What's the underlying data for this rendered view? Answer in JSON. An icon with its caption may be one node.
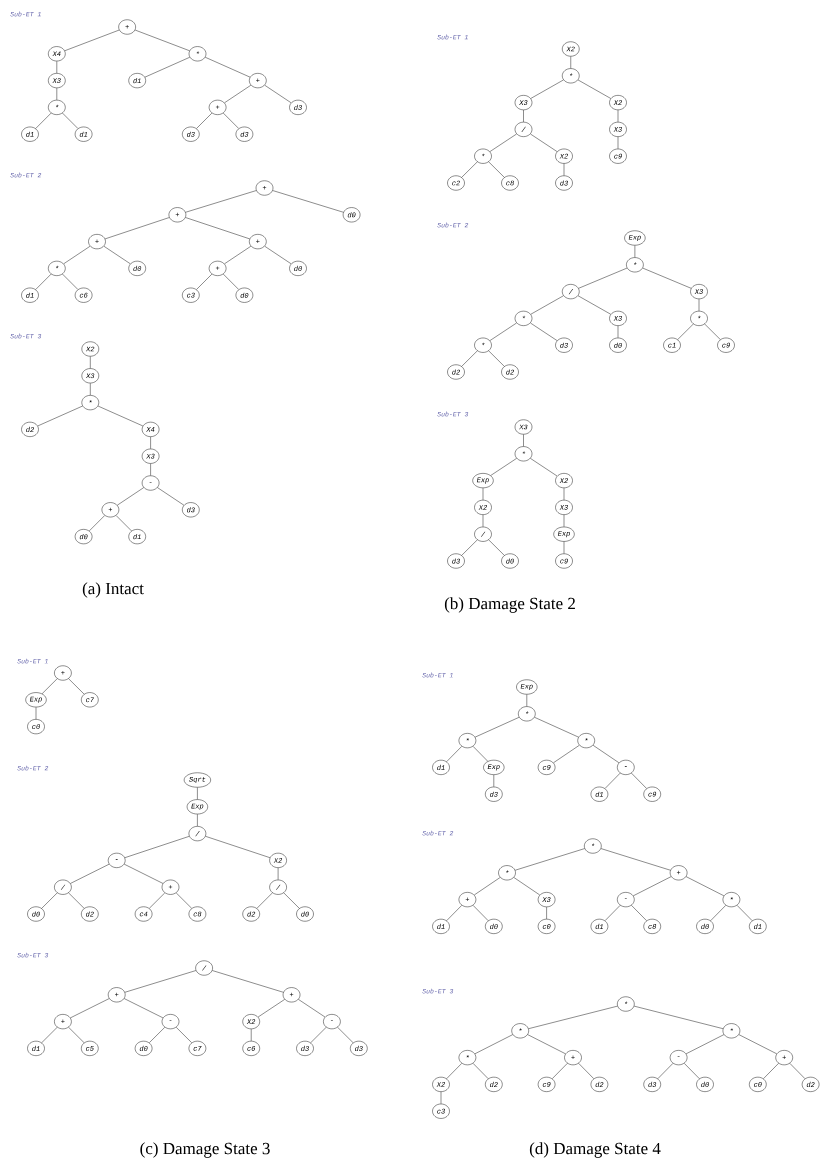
{
  "diagram": {
    "nodes": [
      {
        "text": [
          "+"
        ]
      },
      {
        "text": [
          "X4"
        ]
      },
      {
        "text": [
          "X3"
        ]
      },
      {
        "text": [
          "*"
        ]
      },
      {
        "text": [
          "d1"
        ]
      },
      {
        "text": [
          "d1"
        ]
      },
      {
        "text": [
          "*"
        ]
      },
      {
        "text": [
          "d1"
        ]
      },
      {
        "text": [
          "+"
        ]
      },
      {
        "text": [
          "+"
        ]
      },
      {
        "text": [
          "d3"
        ]
      },
      {
        "text": [
          "d3"
        ]
      },
      {
        "text": [
          "d3"
        ]
      },
      {
        "text": [
          "+"
        ]
      },
      {
        "text": [
          "+"
        ]
      },
      {
        "text": [
          "+"
        ]
      },
      {
        "text": [
          "*"
        ]
      },
      {
        "text": [
          "d1"
        ]
      },
      {
        "text": [
          "c6"
        ]
      },
      {
        "text": [
          "d0"
        ]
      },
      {
        "text": [
          "+"
        ]
      },
      {
        "text": [
          "+"
        ]
      },
      {
        "text": [
          "c3"
        ]
      },
      {
        "text": [
          "d0"
        ]
      },
      {
        "text": [
          "d0"
        ]
      },
      {
        "text": [
          "d0"
        ]
      },
      {
        "text": [
          "X2"
        ]
      },
      {
        "text": [
          "X3"
        ]
      },
      {
        "text": [
          "*"
        ]
      },
      {
        "text": [
          "d2"
        ]
      },
      {
        "text": [
          "X4"
        ]
      },
      {
        "text": [
          "X3"
        ]
      },
      {
        "text": [
          "-"
        ]
      },
      {
        "text": [
          "+"
        ]
      },
      {
        "text": [
          "d0"
        ]
      },
      {
        "text": [
          "d1"
        ]
      },
      {
        "text": [
          "d3"
        ]
      },
      {
        "text": [
          "X2"
        ]
      },
      {
        "text": [
          "*"
        ]
      },
      {
        "text": [
          "X3"
        ]
      },
      {
        "text": [
          "/"
        ]
      },
      {
        "text": [
          "*"
        ]
      },
      {
        "text": [
          "c2"
        ]
      },
      {
        "text": [
          "c8"
        ]
      },
      {
        "text": [
          "X2"
        ]
      },
      {
        "text": [
          "d3"
        ]
      },
      {
        "text": [
          "X2"
        ]
      },
      {
        "text": [
          "X3"
        ]
      },
      {
        "text": [
          "c9"
        ]
      },
      {
        "text": [
          "Exp"
        ]
      },
      {
        "text": [
          "*"
        ]
      },
      {
        "text": [
          "/"
        ]
      },
      {
        "text": [
          "*"
        ]
      },
      {
        "text": [
          "*"
        ]
      },
      {
        "text": [
          "d2"
        ]
      },
      {
        "text": [
          "d2"
        ]
      },
      {
        "text": [
          "d3"
        ]
      },
      {
        "text": [
          "X3"
        ]
      },
      {
        "text": [
          "d0"
        ]
      },
      {
        "text": [
          "X3"
        ]
      },
      {
        "text": [
          "*"
        ]
      },
      {
        "text": [
          "c1"
        ]
      },
      {
        "text": [
          "c9"
        ]
      },
      {
        "text": [
          "X3"
        ]
      },
      {
        "text": [
          "*"
        ]
      },
      {
        "text": [
          "Exp"
        ]
      },
      {
        "text": [
          "X2"
        ]
      },
      {
        "text": [
          "/"
        ]
      },
      {
        "text": [
          "d3"
        ]
      },
      {
        "text": [
          "d0"
        ]
      },
      {
        "text": [
          "X2"
        ]
      },
      {
        "text": [
          "X3"
        ]
      },
      {
        "text": [
          "Exp"
        ]
      },
      {
        "text": [
          "c9"
        ]
      },
      {
        "text": [
          "+"
        ]
      },
      {
        "text": [
          "Exp"
        ]
      },
      {
        "text": [
          "c0"
        ]
      },
      {
        "text": [
          "c7"
        ]
      },
      {
        "text": [
          "Sqrt"
        ]
      },
      {
        "text": [
          "Exp"
        ]
      },
      {
        "text": [
          "/"
        ]
      },
      {
        "text": [
          "-"
        ]
      },
      {
        "text": [
          "/"
        ]
      },
      {
        "text": [
          "d0"
        ]
      },
      {
        "text": [
          "d2"
        ]
      },
      {
        "text": [
          "+"
        ]
      },
      {
        "text": [
          "c4"
        ]
      },
      {
        "text": [
          "c8"
        ]
      },
      {
        "text": [
          "X2"
        ]
      },
      {
        "text": [
          "/"
        ]
      },
      {
        "text": [
          "d2"
        ]
      },
      {
        "text": [
          "d0"
        ]
      },
      {
        "text": [
          "/"
        ]
      },
      {
        "text": [
          "+"
        ]
      },
      {
        "text": [
          "+"
        ]
      },
      {
        "text": [
          "d1"
        ]
      },
      {
        "text": [
          "c5"
        ]
      },
      {
        "text": [
          "-"
        ]
      },
      {
        "text": [
          "d0"
        ]
      },
      {
        "text": [
          "c7"
        ]
      },
      {
        "text": [
          "+"
        ]
      },
      {
        "text": [
          "X2"
        ]
      },
      {
        "text": [
          "c6"
        ]
      },
      {
        "text": [
          "-"
        ]
      },
      {
        "text": [
          "d3"
        ]
      },
      {
        "text": [
          "d3"
        ]
      },
      {
        "text": [
          "Exp"
        ]
      },
      {
        "text": [
          "*"
        ]
      },
      {
        "text": [
          "*"
        ]
      },
      {
        "text": [
          "d1"
        ]
      },
      {
        "text": [
          "Exp"
        ]
      },
      {
        "text": [
          "d3"
        ]
      },
      {
        "text": [
          "*"
        ]
      },
      {
        "text": [
          "c9"
        ]
      },
      {
        "text": [
          "-"
        ]
      },
      {
        "text": [
          "d1"
        ]
      },
      {
        "text": [
          "c9"
        ]
      },
      {
        "text": [
          "*"
        ]
      },
      {
        "text": [
          "*"
        ]
      },
      {
        "text": [
          "+"
        ]
      },
      {
        "text": [
          "d1"
        ]
      },
      {
        "text": [
          "d0"
        ]
      },
      {
        "text": [
          "X3"
        ]
      },
      {
        "text": [
          "c0"
        ]
      },
      {
        "text": [
          "+"
        ]
      },
      {
        "text": [
          "-"
        ]
      },
      {
        "text": [
          "d1"
        ]
      },
      {
        "text": [
          "c8"
        ]
      },
      {
        "text": [
          "*"
        ]
      },
      {
        "text": [
          "d0"
        ]
      },
      {
        "text": [
          "d1"
        ]
      },
      {
        "text": [
          "*"
        ]
      },
      {
        "text": [
          "*"
        ]
      },
      {
        "text": [
          "*"
        ]
      },
      {
        "text": [
          "X2"
        ]
      },
      {
        "text": [
          "c3"
        ]
      },
      {
        "text": [
          "d2"
        ]
      },
      {
        "text": [
          "+"
        ]
      },
      {
        "text": [
          "c9"
        ]
      },
      {
        "text": [
          "d2"
        ]
      },
      {
        "text": [
          "*"
        ]
      },
      {
        "text": [
          "-"
        ]
      },
      {
        "text": [
          "d3"
        ]
      },
      {
        "text": [
          "d0"
        ]
      },
      {
        "text": [
          "+"
        ]
      },
      {
        "text": [
          "c0"
        ]
      },
      {
        "text": [
          "d2"
        ]
      }
    ],
    "edges": [
      {
        "from": 0,
        "to": 1,
        "arrow": "none"
      },
      {
        "from": 1,
        "to": 2,
        "arrow": "none"
      },
      {
        "from": 2,
        "to": 3,
        "arrow": "none"
      },
      {
        "from": 3,
        "to": 4,
        "arrow": "none"
      },
      {
        "from": 3,
        "to": 5,
        "arrow": "none"
      },
      {
        "from": 0,
        "to": 6,
        "arrow": "none"
      },
      {
        "from": 6,
        "to": 7,
        "arrow": "none"
      },
      {
        "from": 6,
        "to": 8,
        "arrow": "none"
      },
      {
        "from": 8,
        "to": 9,
        "arrow": "none"
      },
      {
        "from": 9,
        "to": 10,
        "arrow": "none"
      },
      {
        "from": 9,
        "to": 11,
        "arrow": "none"
      },
      {
        "from": 8,
        "to": 12,
        "arrow": "none"
      },
      {
        "from": 13,
        "to": 14,
        "arrow": "none"
      },
      {
        "from": 14,
        "to": 15,
        "arrow": "none"
      },
      {
        "from": 15,
        "to": 16,
        "arrow": "none"
      },
      {
        "from": 16,
        "to": 17,
        "arrow": "none"
      },
      {
        "from": 16,
        "to": 18,
        "arrow": "none"
      },
      {
        "from": 15,
        "to": 19,
        "arrow": "none"
      },
      {
        "from": 14,
        "to": 20,
        "arrow": "none"
      },
      {
        "from": 20,
        "to": 21,
        "arrow": "none"
      },
      {
        "from": 21,
        "to": 22,
        "arrow": "none"
      },
      {
        "from": 21,
        "to": 23,
        "arrow": "none"
      },
      {
        "from": 20,
        "to": 24,
        "arrow": "none"
      },
      {
        "from": 13,
        "to": 25,
        "arrow": "none"
      },
      {
        "from": 26,
        "to": 27,
        "arrow": "none"
      },
      {
        "from": 27,
        "to": 28,
        "arrow": "none"
      },
      {
        "from": 28,
        "to": 29,
        "arrow": "none"
      },
      {
        "from": 28,
        "to": 30,
        "arrow": "none"
      },
      {
        "from": 30,
        "to": 31,
        "arrow": "none"
      },
      {
        "from": 31,
        "to": 32,
        "arrow": "none"
      },
      {
        "from": 32,
        "to": 33,
        "arrow": "none"
      },
      {
        "from": 33,
        "to": 34,
        "arrow": "none"
      },
      {
        "from": 33,
        "to": 35,
        "arrow": "none"
      },
      {
        "from": 32,
        "to": 36,
        "arrow": "none"
      },
      {
        "from": 37,
        "to": 38,
        "arrow": "none"
      },
      {
        "from": 38,
        "to": 39,
        "arrow": "none"
      },
      {
        "from": 39,
        "to": 40,
        "arrow": "none"
      },
      {
        "from": 40,
        "to": 41,
        "arrow": "none"
      },
      {
        "from": 41,
        "to": 42,
        "arrow": "none"
      },
      {
        "from": 41,
        "to": 43,
        "arrow": "none"
      },
      {
        "from": 40,
        "to": 44,
        "arrow": "none"
      },
      {
        "from": 44,
        "to": 45,
        "arrow": "none"
      },
      {
        "from": 38,
        "to": 46,
        "arrow": "none"
      },
      {
        "from": 46,
        "to": 47,
        "arrow": "none"
      },
      {
        "from": 47,
        "to": 48,
        "arrow": "none"
      },
      {
        "from": 49,
        "to": 50,
        "arrow": "none"
      },
      {
        "from": 50,
        "to": 51,
        "arrow": "none"
      },
      {
        "from": 51,
        "to": 52,
        "arrow": "none"
      },
      {
        "from": 52,
        "to": 53,
        "arrow": "none"
      },
      {
        "from": 53,
        "to": 54,
        "arrow": "none"
      },
      {
        "from": 53,
        "to": 55,
        "arrow": "none"
      },
      {
        "from": 52,
        "to": 56,
        "arrow": "none"
      },
      {
        "from": 51,
        "to": 57,
        "arrow": "none"
      },
      {
        "from": 57,
        "to": 58,
        "arrow": "none"
      },
      {
        "from": 50,
        "to": 59,
        "arrow": "none"
      },
      {
        "from": 59,
        "to": 60,
        "arrow": "none"
      },
      {
        "from": 60,
        "to": 61,
        "arrow": "none"
      },
      {
        "from": 60,
        "to": 62,
        "arrow": "none"
      },
      {
        "from": 63,
        "to": 64,
        "arrow": "none"
      },
      {
        "from": 64,
        "to": 65,
        "arrow": "none"
      },
      {
        "from": 65,
        "to": 66,
        "arrow": "none"
      },
      {
        "from": 66,
        "to": 67,
        "arrow": "none"
      },
      {
        "from": 67,
        "to": 68,
        "arrow": "none"
      },
      {
        "from": 67,
        "to": 69,
        "arrow": "none"
      },
      {
        "from": 64,
        "to": 70,
        "arrow": "none"
      },
      {
        "from": 70,
        "to": 71,
        "arrow": "none"
      },
      {
        "from": 71,
        "to": 72,
        "arrow": "none"
      },
      {
        "from": 72,
        "to": 73,
        "arrow": "none"
      },
      {
        "from": 74,
        "to": 75,
        "arrow": "none"
      },
      {
        "from": 75,
        "to": 76,
        "arrow": "none"
      },
      {
        "from": 74,
        "to": 77,
        "arrow": "none"
      },
      {
        "from": 78,
        "to": 79,
        "arrow": "none"
      },
      {
        "from": 79,
        "to": 80,
        "arrow": "none"
      },
      {
        "from": 80,
        "to": 81,
        "arrow": "none"
      },
      {
        "from": 81,
        "to": 82,
        "arrow": "none"
      },
      {
        "from": 82,
        "to": 83,
        "arrow": "none"
      },
      {
        "from": 82,
        "to": 84,
        "arrow": "none"
      },
      {
        "from": 81,
        "to": 85,
        "arrow": "none"
      },
      {
        "from": 85,
        "to": 86,
        "arrow": "none"
      },
      {
        "from": 85,
        "to": 87,
        "arrow": "none"
      },
      {
        "from": 80,
        "to": 88,
        "arrow": "none"
      },
      {
        "from": 88,
        "to": 89,
        "arrow": "none"
      },
      {
        "from": 89,
        "to": 90,
        "arrow": "none"
      },
      {
        "from": 89,
        "to": 91,
        "arrow": "none"
      },
      {
        "from": 92,
        "to": 93,
        "arrow": "none"
      },
      {
        "from": 93,
        "to": 94,
        "arrow": "none"
      },
      {
        "from": 94,
        "to": 95,
        "arrow": "none"
      },
      {
        "from": 94,
        "to": 96,
        "arrow": "none"
      },
      {
        "from": 93,
        "to": 97,
        "arrow": "none"
      },
      {
        "from": 97,
        "to": 98,
        "arrow": "none"
      },
      {
        "from": 97,
        "to": 99,
        "arrow": "none"
      },
      {
        "from": 92,
        "to": 100,
        "arrow": "none"
      },
      {
        "from": 100,
        "to": 101,
        "arrow": "none"
      },
      {
        "from": 101,
        "to": 102,
        "arrow": "none"
      },
      {
        "from": 100,
        "to": 103,
        "arrow": "none"
      },
      {
        "from": 103,
        "to": 104,
        "arrow": "none"
      },
      {
        "from": 103,
        "to": 105,
        "arrow": "none"
      },
      {
        "from": 106,
        "to": 107,
        "arrow": "none"
      },
      {
        "from": 107,
        "to": 108,
        "arrow": "none"
      },
      {
        "from": 108,
        "to": 109,
        "arrow": "none"
      },
      {
        "from": 108,
        "to": 110,
        "arrow": "none"
      },
      {
        "from": 110,
        "to": 111,
        "arrow": "none"
      },
      {
        "from": 107,
        "to": 112,
        "arrow": "none"
      },
      {
        "from": 112,
        "to": 113,
        "arrow": "none"
      },
      {
        "from": 112,
        "to": 114,
        "arrow": "none"
      },
      {
        "from": 114,
        "to": 115,
        "arrow": "none"
      },
      {
        "from": 114,
        "to": 116,
        "arrow": "none"
      },
      {
        "from": 117,
        "to": 118,
        "arrow": "none"
      },
      {
        "from": 118,
        "to": 119,
        "arrow": "none"
      },
      {
        "from": 119,
        "to": 120,
        "arrow": "none"
      },
      {
        "from": 119,
        "to": 121,
        "arrow": "none"
      },
      {
        "from": 118,
        "to": 122,
        "arrow": "none"
      },
      {
        "from": 122,
        "to": 123,
        "arrow": "none"
      },
      {
        "from": 117,
        "to": 124,
        "arrow": "none"
      },
      {
        "from": 124,
        "to": 125,
        "arrow": "none"
      },
      {
        "from": 125,
        "to": 126,
        "arrow": "none"
      },
      {
        "from": 125,
        "to": 127,
        "arrow": "none"
      },
      {
        "from": 124,
        "to": 128,
        "arrow": "none"
      },
      {
        "from": 128,
        "to": 129,
        "arrow": "none"
      },
      {
        "from": 128,
        "to": 130,
        "arrow": "none"
      },
      {
        "from": 131,
        "to": 132,
        "arrow": "none"
      },
      {
        "from": 132,
        "to": 133,
        "arrow": "none"
      },
      {
        "from": 133,
        "to": 134,
        "arrow": "none"
      },
      {
        "from": 134,
        "to": 135,
        "arrow": "none"
      },
      {
        "from": 133,
        "to": 136,
        "arrow": "none"
      },
      {
        "from": 132,
        "to": 137,
        "arrow": "none"
      },
      {
        "from": 137,
        "to": 138,
        "arrow": "none"
      },
      {
        "from": 137,
        "to": 139,
        "arrow": "none"
      },
      {
        "from": 131,
        "to": 140,
        "arrow": "none"
      },
      {
        "from": 140,
        "to": 141,
        "arrow": "none"
      },
      {
        "from": 141,
        "to": 142,
        "arrow": "none"
      },
      {
        "from": 141,
        "to": 143,
        "arrow": "none"
      },
      {
        "from": 140,
        "to": 144,
        "arrow": "none"
      },
      {
        "from": 144,
        "to": 145,
        "arrow": "none"
      },
      {
        "from": 144,
        "to": 146,
        "arrow": "none"
      }
    ],
    "labels": [
      "Sub-ET 1",
      "Sub-ET 2",
      "Sub-ET 3",
      "(a) Intact",
      "Sub-ET 1",
      "Sub-ET 2",
      "Sub-ET 3",
      "(b) Damage State 2",
      "Sub-ET 1",
      "Sub-ET 2",
      "Sub-ET 3",
      "(c) Damage State 3",
      "Sub-ET 1",
      "Sub-ET 2",
      "Sub-ET 3",
      "(d) Damage State 4"
    ]
  }
}
